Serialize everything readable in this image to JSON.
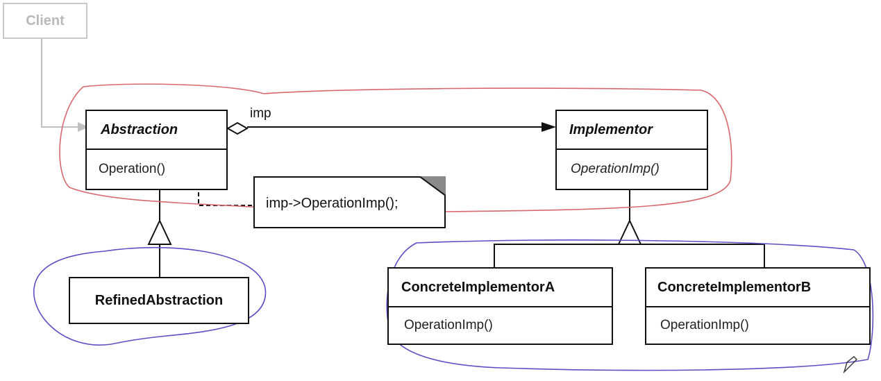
{
  "client": {
    "label": "Client"
  },
  "abstraction": {
    "name": "Abstraction",
    "method": "Operation()"
  },
  "implementor": {
    "name": "Implementor",
    "method": "OperationImp()"
  },
  "association": {
    "label": "imp"
  },
  "note": {
    "text": "imp->OperationImp();"
  },
  "refined_abstraction": {
    "name": "RefinedAbstraction"
  },
  "concrete_a": {
    "name": "ConcreteImplementorA",
    "method": "OperationImp()"
  },
  "concrete_b": {
    "name": "ConcreteImplementorB",
    "method": "OperationImp()"
  },
  "colors": {
    "abstraction_group_outline": "#d9686e",
    "implementor_group_outline": "#5a4fc4",
    "line": "#111111",
    "client_gray": "#c0c0c0"
  }
}
